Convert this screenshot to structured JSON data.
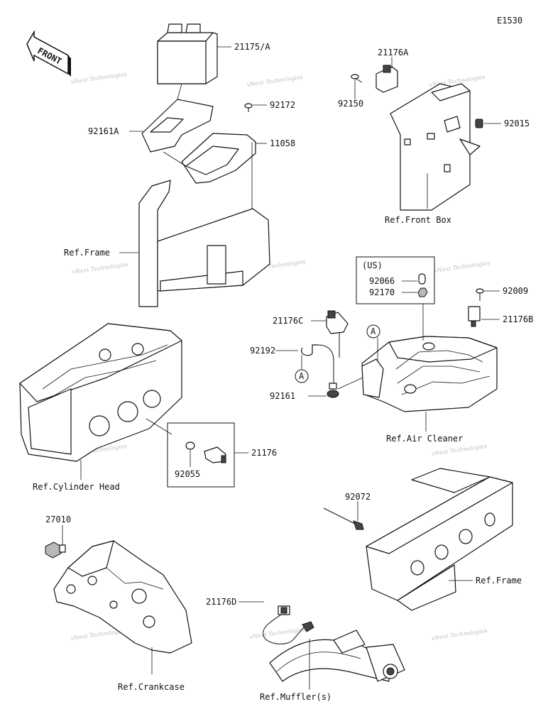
{
  "diagram_code": "E1530",
  "front_label": "FRONT",
  "watermark": "vNext Technologies",
  "callouts": {
    "p21175A": "21175/A",
    "p92172": "92172",
    "p92161A": "92161A",
    "p11058": "11058",
    "refFrameTop": "Ref.Frame",
    "p21176A": "21176A",
    "p92150": "92150",
    "p92015": "92015",
    "refFrontBox": "Ref.Front Box",
    "us": "(US)",
    "p92066": "92066",
    "p92170": "92170",
    "p92009": "92009",
    "p21176B": "21176B",
    "p21176C": "21176C",
    "p92192": "92192",
    "p92161": "92161",
    "circleA1": "A",
    "circleA2": "A",
    "refAirCleaner": "Ref.Air Cleaner",
    "p21176": "21176",
    "p92055": "92055",
    "refCylinderHead": "Ref.Cylinder Head",
    "p92072": "92072",
    "refFrameBottom": "Ref.Frame",
    "p27010": "27010",
    "p21176D": "21176D",
    "refCrankcase": "Ref.Crankcase",
    "refMuffler": "Ref.Muffler(s)"
  }
}
